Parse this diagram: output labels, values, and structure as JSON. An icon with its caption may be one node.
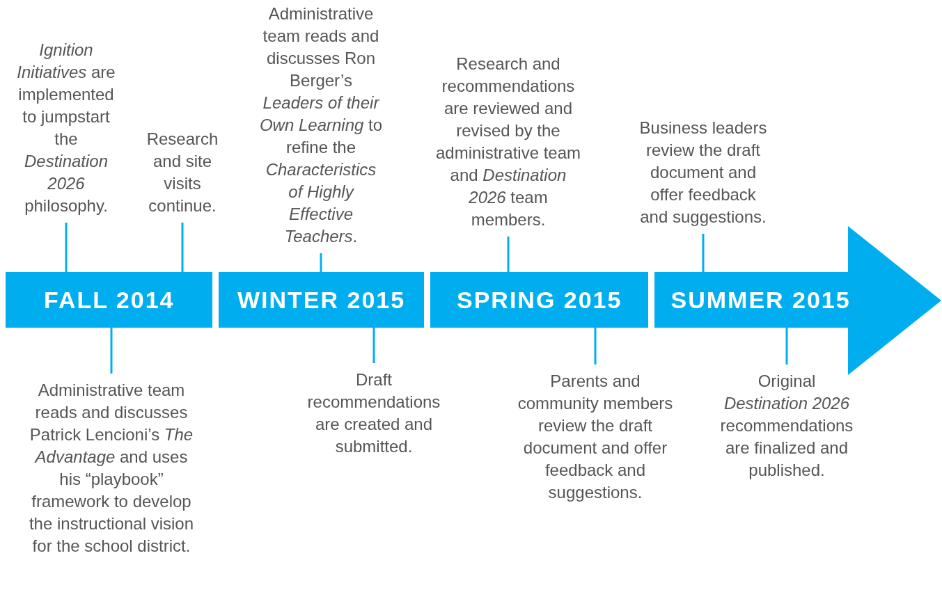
{
  "diagram": {
    "nodes": [
      {
        "text": [
          "FALL 2014"
        ]
      },
      {
        "text": [
          "WINTER 2015"
        ]
      },
      {
        "text": [
          "SPRING 2015"
        ]
      },
      {
        "text": [
          "SUMMER 2015"
        ]
      },
      {
        "text": [
          "*Ignition Initiatives* are implemented to jumpstart the *Destination 2026* philosophy."
        ]
      },
      {
        "text": [
          "Research and site visits continue."
        ]
      },
      {
        "text": [
          "Administrative team reads and discusses Ron Berger’s *Leaders of their Own Learning* to refine the *Characteristics of Highly Effective Teachers*."
        ]
      },
      {
        "text": [
          "Research and recommendations are reviewed and revised by the administrative team and *Destination 2026* team members."
        ]
      },
      {
        "text": [
          "Business leaders review the draft document and offer feedback and suggestions."
        ]
      },
      {
        "text": [
          "Administrative team reads and discusses Patrick Lencioni’s *The Advantage* and uses his “playbook” framework to develop the instructional vision for the school district."
        ]
      },
      {
        "text": [
          "Draft recommendations are created and submitted."
        ]
      },
      {
        "text": [
          "Parents and community members review the draft document and offer feedback and suggestions."
        ]
      },
      {
        "text": [
          "Original *Destination 2026* recommendations are finalized and published."
        ]
      }
    ],
    "edges": [
      {
        "from": 4,
        "to": 0,
        "arrow": "none"
      },
      {
        "from": 5,
        "to": 0,
        "arrow": "none"
      },
      {
        "from": 6,
        "to": 1,
        "arrow": "none"
      },
      {
        "from": 7,
        "to": 2,
        "arrow": "none"
      },
      {
        "from": 8,
        "to": 3,
        "arrow": "none"
      },
      {
        "from": 9,
        "to": 0,
        "arrow": "none"
      },
      {
        "from": 10,
        "to": 1,
        "arrow": "none"
      },
      {
        "from": 11,
        "to": 2,
        "arrow": "none"
      },
      {
        "from": 12,
        "to": 3,
        "arrow": "none"
      }
    ]
  }
}
